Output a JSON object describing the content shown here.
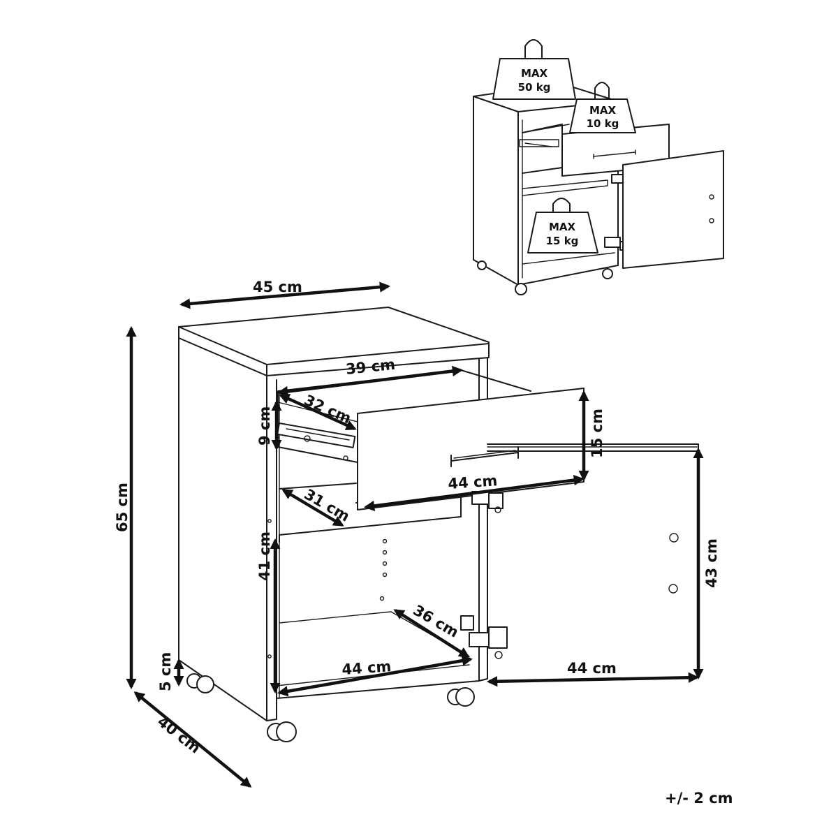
{
  "load_limits": {
    "top": {
      "line1": "MAX",
      "line2": "50 kg"
    },
    "drawer": {
      "line1": "MAX",
      "line2": "10 kg"
    },
    "shelf": {
      "line1": "MAX",
      "line2": "15 kg"
    }
  },
  "dimensions": {
    "width_top": "45 cm",
    "height_total": "65 cm",
    "depth_side": "40 cm",
    "leg_height": "5 cm",
    "drawer_inner_width": "39 cm",
    "drawer_inner_depth": "32 cm",
    "drawer_inner_height": "9 cm",
    "drawer_front_height": "15 cm",
    "drawer_front_width": "44 cm",
    "shelf_depth": "31 cm",
    "compartment_height": "41 cm",
    "bottom_depth": "36 cm",
    "bottom_width": "44 cm",
    "door_height": "43 cm",
    "door_width": "44 cm"
  },
  "tolerance": "+/- 2 cm"
}
